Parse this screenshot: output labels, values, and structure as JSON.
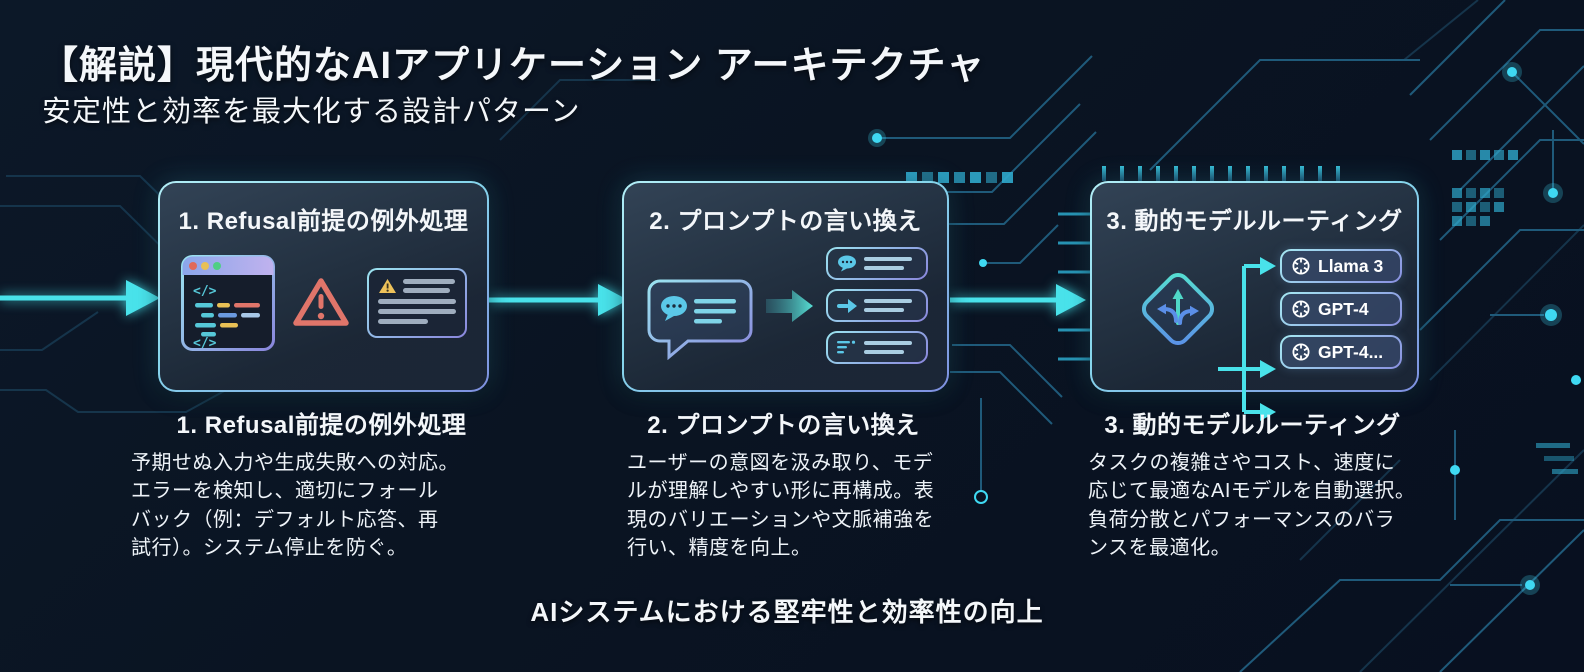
{
  "header": {
    "title": "【解説】現代的なAIアプリケーション アーキテクチャ",
    "subtitle": "安定性と効率を最大化する設計パターン"
  },
  "footer": {
    "caption": "AIシステムにおける堅牢性と効率性の向上"
  },
  "colors": {
    "background": "#0a1422",
    "accent_cyan": "#49e2ea",
    "panel_border_light": "#b2eef6",
    "panel_border_dark": "#7e8fe0",
    "warning_red": "#e0756a",
    "warning_yellow": "#eec25a",
    "text": "#f4f7fa"
  },
  "steps": [
    {
      "panel_title": "1. Refusal前提の例外処理",
      "heading": "1. Refusal前提の例外処理",
      "description": "予期せぬ入力や生成失敗への対応。\nエラーを検知し、適切にフォール\nバック（例：デフォルト応答、再\n試行）。システム停止を防ぐ。",
      "icons": [
        "code-window-icon",
        "warning-triangle-icon",
        "error-log-icon"
      ]
    },
    {
      "panel_title": "2. プロンプトの言い換え",
      "heading": "2. プロンプトの言い換え",
      "description": "ユーザーの意図を汲み取り、モデ\nルが理解しやすい形に再構成。表\n現のバリエーションや文脈補強を\n行い、精度を向上。",
      "icons": [
        "chat-bubble-icon",
        "transform-arrow-icon",
        "variant-pills-icon"
      ]
    },
    {
      "panel_title": "3. 動的モデルルーティング",
      "heading": "3. 動的モデルルーティング",
      "description": "タスクの複雑さやコスト、速度に\n応じて最適なAIモデルを自動選択。\n負荷分散とパフォーマンスのバラ\nンスを最適化。",
      "icons": [
        "route-diamond-icon",
        "model-logo-icon"
      ],
      "models": [
        {
          "label": "Llama 3"
        },
        {
          "label": "GPT-4"
        },
        {
          "label": "GPT-4..."
        }
      ]
    }
  ]
}
